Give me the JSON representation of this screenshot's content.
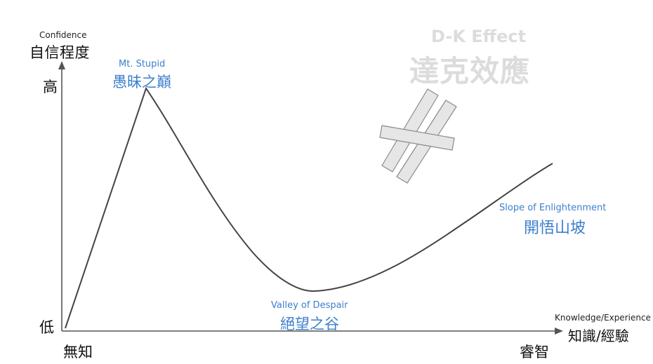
{
  "y_axis": {
    "label_en": "Confidence",
    "label_zh": "自信程度",
    "high": "高",
    "low": "低"
  },
  "x_axis": {
    "label_en": "Knowledge/Experience",
    "label_zh": "知識/經驗",
    "left": "無知",
    "right": "睿智"
  },
  "stages": {
    "peak": {
      "en": "Mt. Stupid",
      "zh": "愚昧之巔"
    },
    "valley": {
      "en": "Valley of Despair",
      "zh": "絕望之谷"
    },
    "slope": {
      "en": "Slope of Enlightenment",
      "zh": "開悟山坡"
    }
  },
  "watermark": {
    "en": "D-K Effect",
    "zh": "達克效應"
  },
  "colors": {
    "curve": "#444444",
    "axis": "#555555",
    "stage_label": "#3d7fcc",
    "watermark": "#dcdcdc",
    "hash_stroke": "#8a8a8a",
    "hash_fill": "#e6e6e6"
  }
}
